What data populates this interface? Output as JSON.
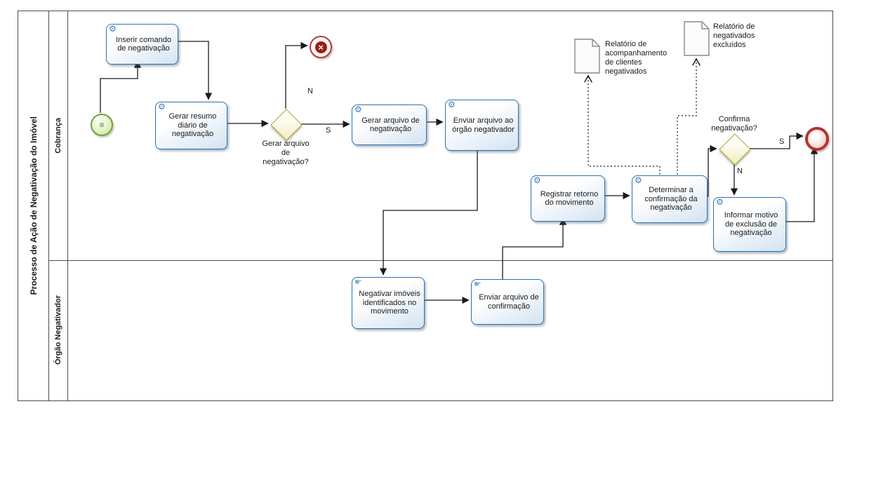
{
  "pool": {
    "title": "Processo de Ação de Negativação do Imóvel",
    "lanes": [
      {
        "label": "Cobrança"
      },
      {
        "label": "Órgão Negativador"
      }
    ]
  },
  "icons": {
    "service_task_glyph": "⚙",
    "manual_task_glyph": "☛",
    "start_event_glyph": "≡",
    "cancel_event_glyph": "×"
  },
  "nodes": {
    "task_inserir": {
      "label": "Inserir comando de negativação"
    },
    "task_gerar_resumo": {
      "label": "Gerar resumo diário de negativação"
    },
    "gateway_gerar_arquivo": {
      "label": "Gerar arquivo de negativação?"
    },
    "task_gerar_arquivo": {
      "label": "Gerar arquivo de negativação"
    },
    "task_enviar_orgao": {
      "label": "Enviar arquivo ao órgão negativador"
    },
    "task_registrar_retorno": {
      "label": "Registrar retorno do movimento"
    },
    "task_determinar": {
      "label": "Determinar a confirmação da negativação"
    },
    "gateway_confirma": {
      "label": "Confirma negativação?"
    },
    "task_informar_motivo": {
      "label": "Informar motivo de exclusão de negativação"
    },
    "task_negativar_imoveis": {
      "label": "Negativar imóveis identificados no movimento"
    },
    "task_enviar_confirmacao": {
      "label": "Enviar arquivo de confirmação"
    },
    "data_relatorio_acompanhamento": {
      "label": "Relatório de acompanhamento de clientes negativados"
    },
    "data_relatorio_excluidos": {
      "label": "Relatório de negativados excluídos"
    }
  },
  "edge_labels": {
    "gw1_no": "N",
    "gw1_yes": "S",
    "gw2_yes": "S",
    "gw2_no": "N"
  },
  "colors": {
    "task_border": "#2e74b0",
    "gateway_border": "#aaa23e",
    "start_green": "#71a33b",
    "end_red": "#b5332c",
    "document_gray": "#8a8a8a",
    "connector": "#1a1a1a"
  }
}
